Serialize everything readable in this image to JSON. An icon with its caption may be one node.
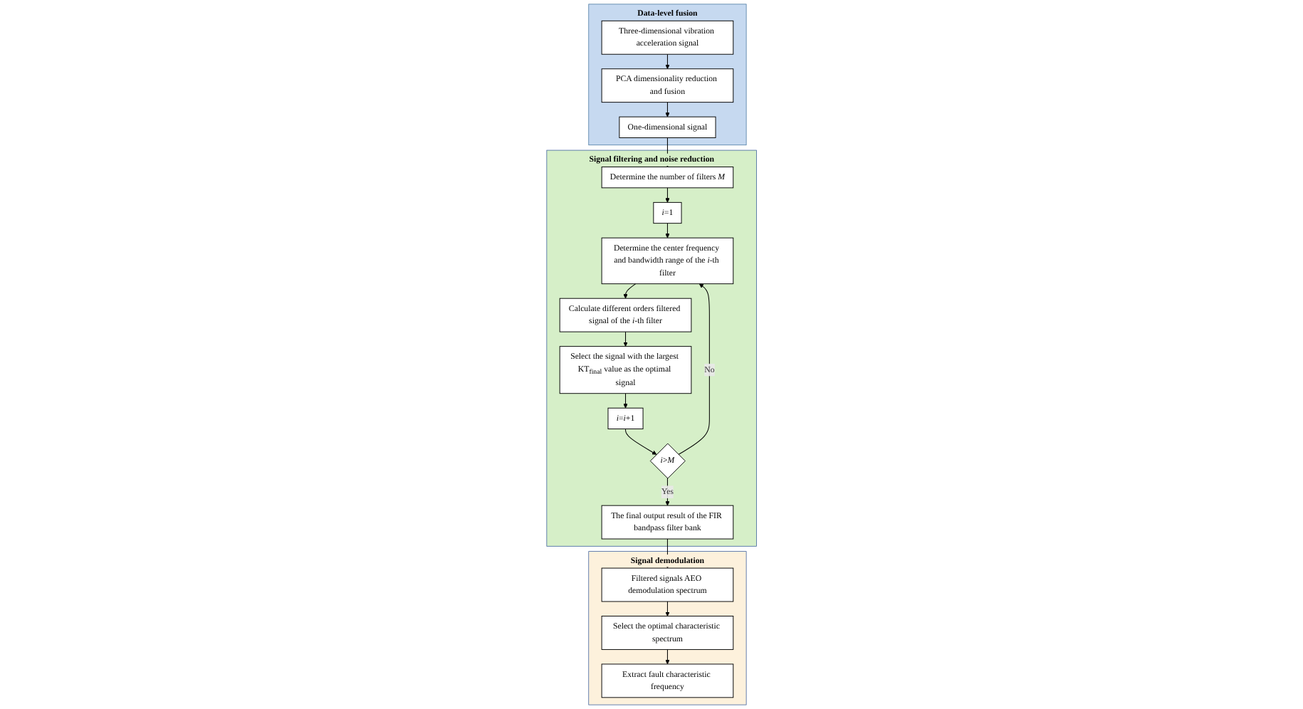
{
  "diagram": {
    "nodes": [
      {
        "text": [
          "Data-level fusion"
        ]
      },
      {
        "text": [
          "Three-dimensional vibration acceleration signal"
        ],
        "in": 0
      },
      {
        "text": [
          "PCA dimensionality reduction and fusion"
        ],
        "in": 0
      },
      {
        "text": [
          "One-dimensional signal"
        ],
        "in": 0
      },
      {
        "text": [
          "Signal filtering and noise reduction"
        ]
      },
      {
        "text": [
          "Determine the number of filters *M*"
        ],
        "in": 4
      },
      {
        "text": [
          "*i*=1"
        ],
        "in": 4
      },
      {
        "text": [
          "Determine the center frequency and bandwidth range of the *i*-th filter"
        ],
        "in": 4
      },
      {
        "text": [
          "Calculate different orders filtered signal of the *i*-th filter"
        ],
        "in": 4
      },
      {
        "text": [
          "Select the signal with the largest KT$_{final}$ value as the optimal signal"
        ],
        "in": 4
      },
      {
        "text": [
          "*i*=*i*+1"
        ],
        "in": 4
      },
      {
        "text": [
          "*i*>*M*"
        ],
        "in": 4
      },
      {
        "text": [
          "The final output result of the FIR bandpass filter bank"
        ],
        "in": 4
      },
      {
        "text": [
          "Signal demodulation"
        ]
      },
      {
        "text": [
          "Filtered signals AEO demodulation spectrum"
        ],
        "in": 13
      },
      {
        "text": [
          "Select the optimal characteristic spectrum"
        ],
        "in": 13
      },
      {
        "text": [
          "Extract fault characteristic frequency"
        ],
        "in": 13
      }
    ],
    "edges": [
      {
        "from": 1,
        "to": 2,
        "arrow": "to"
      },
      {
        "from": 2,
        "to": 3,
        "arrow": "to"
      },
      {
        "from": 3,
        "to": 5,
        "arrow": "to"
      },
      {
        "from": 5,
        "to": 6,
        "arrow": "to"
      },
      {
        "from": 6,
        "to": 7,
        "arrow": "to"
      },
      {
        "from": 7,
        "to": 8,
        "arrow": "to"
      },
      {
        "from": 8,
        "to": 9,
        "arrow": "to"
      },
      {
        "from": 9,
        "to": 10,
        "arrow": "to"
      },
      {
        "from": 10,
        "to": 11,
        "arrow": "to"
      },
      {
        "from": 11,
        "to": 7,
        "arrow": "to",
        "label": "No"
      },
      {
        "from": 11,
        "to": 12,
        "arrow": "to",
        "label": "Yes"
      },
      {
        "from": 12,
        "to": 14,
        "arrow": "to"
      },
      {
        "from": 14,
        "to": 15,
        "arrow": "to"
      },
      {
        "from": 15,
        "to": 16,
        "arrow": "to"
      }
    ]
  }
}
